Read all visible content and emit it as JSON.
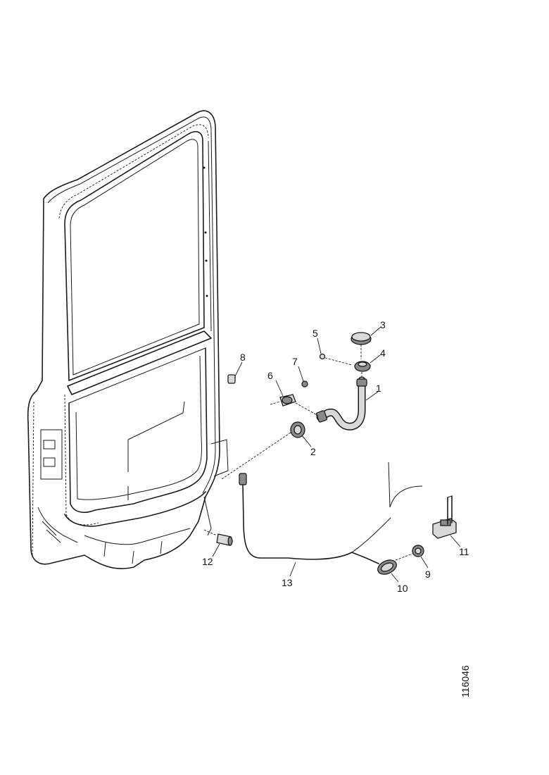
{
  "diagram": {
    "callouts": [
      {
        "id": "c1",
        "label": "1"
      },
      {
        "id": "c2",
        "label": "2"
      },
      {
        "id": "c3",
        "label": "3"
      },
      {
        "id": "c4",
        "label": "4"
      },
      {
        "id": "c5",
        "label": "5"
      },
      {
        "id": "c6",
        "label": "6"
      },
      {
        "id": "c7",
        "label": "7"
      },
      {
        "id": "c8",
        "label": "8"
      },
      {
        "id": "c9",
        "label": "9"
      },
      {
        "id": "c10",
        "label": "10"
      },
      {
        "id": "c11",
        "label": "11"
      },
      {
        "id": "c12",
        "label": "12"
      },
      {
        "id": "c13",
        "label": "13"
      }
    ],
    "drawing_number": "116046"
  }
}
